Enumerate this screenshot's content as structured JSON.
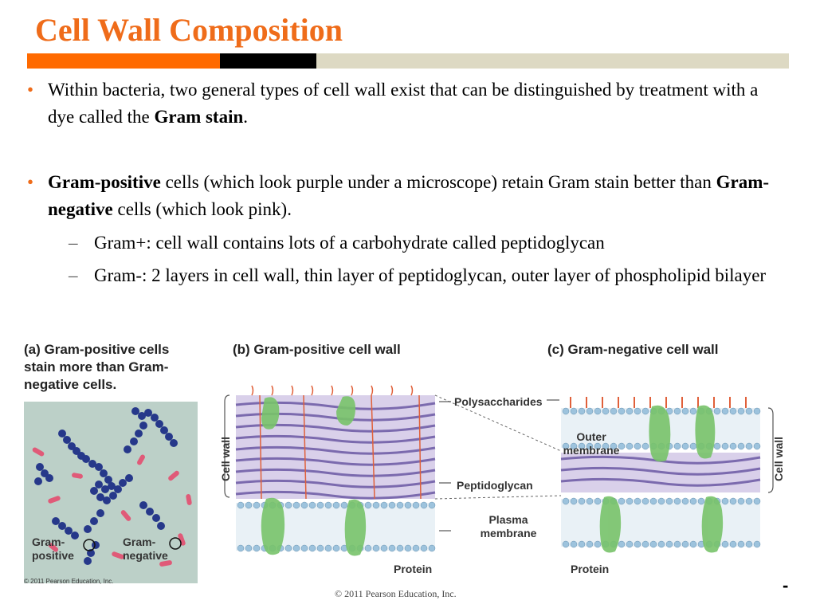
{
  "title": "Cell Wall Composition",
  "bullets": {
    "b1": {
      "text1": "Within bacteria, two general types of cell wall exist that can be distinguished by treatment with a dye called the ",
      "bold1": "Gram stain",
      "text2": "."
    },
    "b2": {
      "bold1": "Gram-positive",
      "text1": " cells (which look purple under a microscope) retain Gram stain better than ",
      "bold2": "Gram-negative",
      "text2": " cells (which look pink)."
    },
    "sub1": "Gram+: cell wall contains lots of a carbohydrate called peptidoglycan",
    "sub2": "Gram-:  2 layers in cell wall, thin layer of peptidoglycan, outer layer of phospholipid bilayer"
  },
  "figure": {
    "label_a": "(a) Gram-positive cells stain more than Gram-negative cells.",
    "label_b": "(b) Gram-positive cell wall",
    "label_c": "(c) Gram-negative cell wall",
    "polysaccharides": "Polysaccharides",
    "peptidoglycan": "Peptidoglycan",
    "plasma_membrane": "Plasma membrane",
    "outer_membrane": "Outer membrane",
    "protein": "Protein",
    "cell_wall": "Cell wall",
    "gram_positive": "Gram-positive",
    "gram_negative": "Gram-negative",
    "fig_copyright": "© 2011 Pearson Education, Inc."
  },
  "footer": "© 2011 Pearson Education, Inc.",
  "page_marker": "-",
  "colors": {
    "title": "#ef6c1a",
    "bar_orange": "#ff6a00",
    "bar_black": "#000000",
    "bar_beige": "#ddd9c3",
    "purple_stain": "#2d3f8f",
    "pink_stain": "#e0607a",
    "protein_green": "#78c36a",
    "peptidoglycan_purple": "#8a7bb8",
    "membrane_blue": "#9dc3dd"
  },
  "icons": [
    "bullet-dot-icon",
    "dash-icon"
  ]
}
